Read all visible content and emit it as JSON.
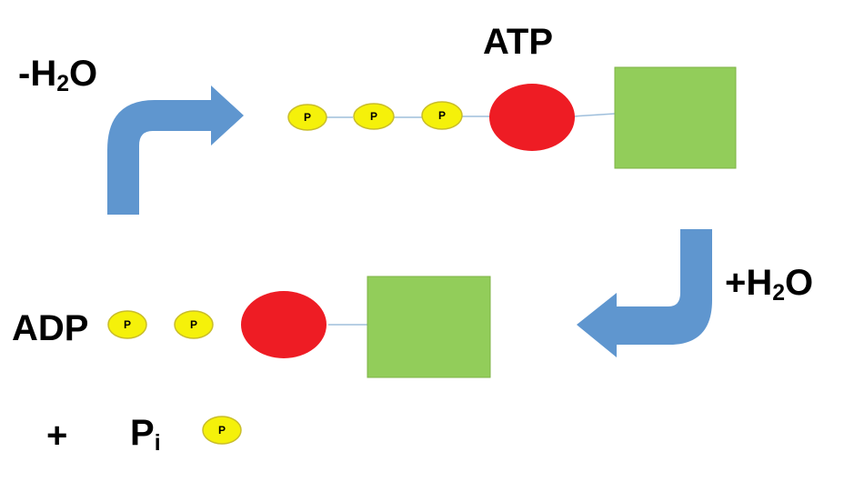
{
  "atp_label": "ATP",
  "adp_label": "ADP",
  "dehydration": {
    "sign": "-H",
    "subscript": "2",
    "suffix": "O"
  },
  "hydration": {
    "sign": "+H",
    "subscript": "2",
    "suffix": "O"
  },
  "phosphate_letter": "P",
  "plus_sign": "+",
  "pi_label": {
    "letter": "P",
    "subscript": "i"
  },
  "colors": {
    "phosphate_fill": "#f5f10a",
    "phosphate_stroke": "#c9bd2a",
    "ribose": "#ee1c24",
    "adenine": "#92cd5a",
    "arrow": "#5f96cf",
    "bond": "#9fbfdc"
  }
}
